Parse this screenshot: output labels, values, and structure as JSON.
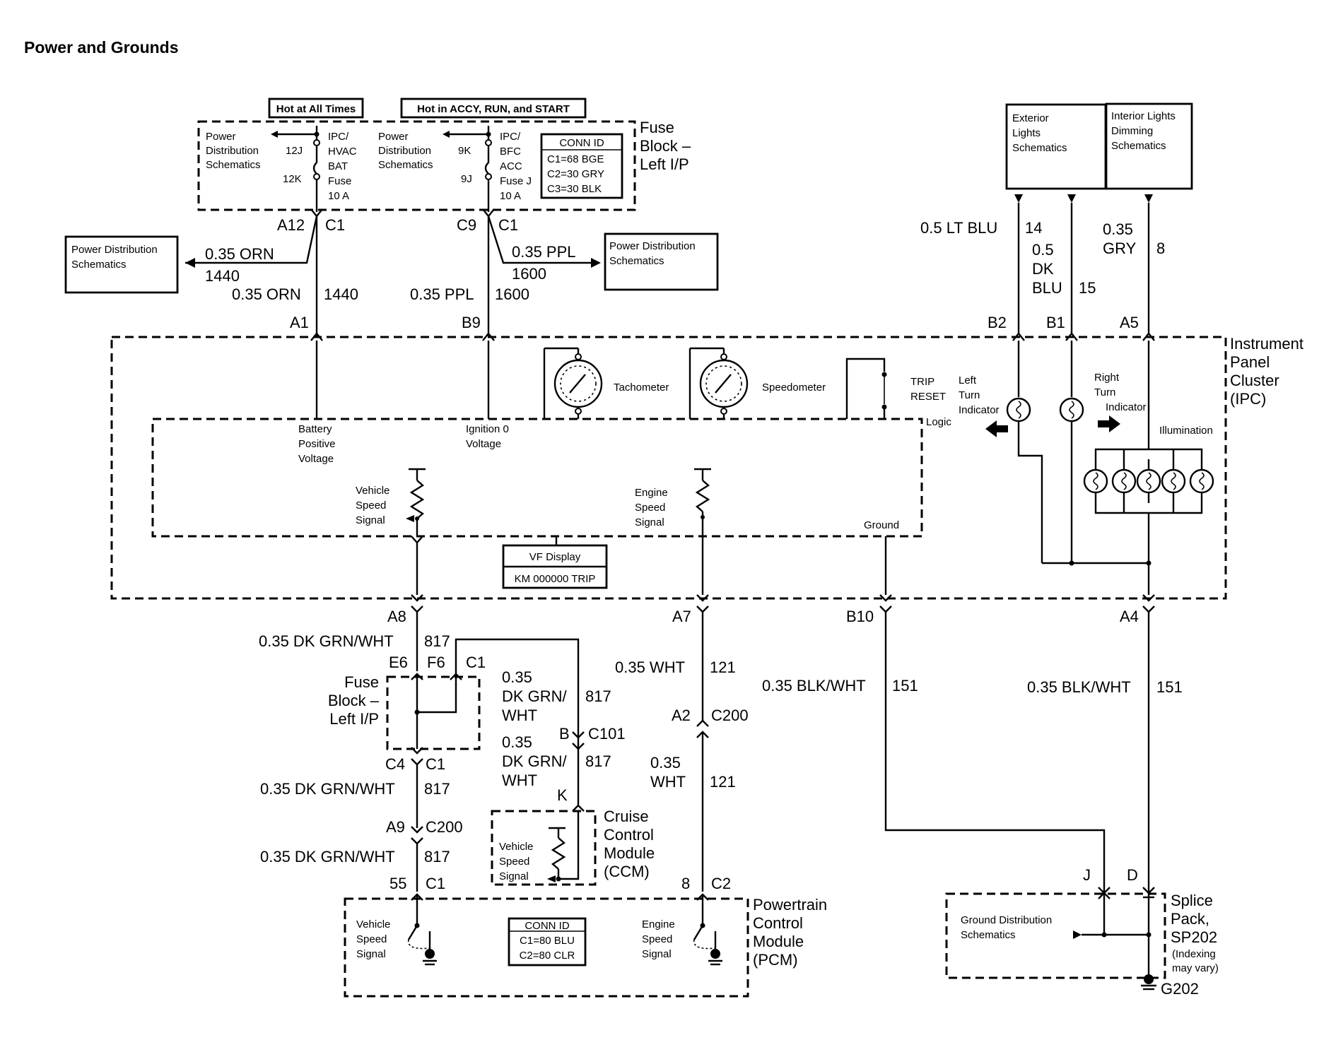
{
  "title": "Power and Grounds",
  "fuse_block_top": {
    "hot_at_all_times": "Hot at All Times",
    "hot_in_accy": "Hot in ACCY, RUN, and START",
    "name": [
      "Fuse",
      "Block –",
      "Left I/P"
    ],
    "pds_left": [
      "Power",
      "Distribution",
      "Schematics"
    ],
    "pds_right": [
      "Power",
      "Distribution",
      "Schematics"
    ],
    "fuse1": {
      "pin_a": "12J",
      "pin_b": "12K",
      "label": [
        "IPC/",
        "HVAC",
        "BAT",
        "Fuse",
        "10 A"
      ]
    },
    "fuse2": {
      "pin_a": "9K",
      "pin_b": "9J",
      "label": [
        "IPC/",
        "BFC",
        "ACC",
        "Fuse J",
        "10 A"
      ]
    },
    "conn_id": [
      "CONN ID",
      "C1=68 BGE",
      "C2=30 GRY",
      "C3=30 BLK"
    ]
  },
  "connectors": {
    "a12": "A12",
    "c1_a": "C1",
    "c9": "C9",
    "c1_b": "C1",
    "a1": "A1",
    "b9": "B9",
    "b2": "B2",
    "b1": "B1",
    "a5": "A5",
    "a8": "A8",
    "a7": "A7",
    "b10": "B10",
    "a4": "A4",
    "e6": "E6",
    "f6": "F6",
    "c1_c": "C1",
    "c4": "C4",
    "c1_d": "C1",
    "b": "B",
    "c101": "C101",
    "a2": "A2",
    "c200_a": "C200",
    "a9": "A9",
    "c200_b": "C200",
    "k": "K",
    "p55": "55",
    "c1_e": "C1",
    "p8": "8",
    "c2": "C2",
    "j": "J",
    "d": "D"
  },
  "side_boxes": {
    "pds_orn": [
      "Power Distribution",
      "Schematics"
    ],
    "pds_ppl": [
      "Power Distribution",
      "Schematics"
    ],
    "exterior": [
      "Exterior",
      "Lights",
      "Schematics"
    ],
    "interior": [
      "Interior Lights",
      "Dimming",
      "Schematics"
    ]
  },
  "wires": {
    "orn_a": {
      "size": "0.35 ORN",
      "circuit": "1440"
    },
    "orn_b": {
      "size": "0.35 ORN",
      "circuit": "1440"
    },
    "ppl_a": {
      "size": "0.35 PPL",
      "circuit": "1600"
    },
    "ppl_b": {
      "size": "0.35 PPL",
      "circuit": "1600"
    },
    "ltblu": {
      "size": "0.5 LT BLU",
      "circuit": "14"
    },
    "dkblu": {
      "size": [
        "0.5",
        "DK",
        "BLU"
      ],
      "circuit": "15"
    },
    "gry": {
      "size": [
        "0.35",
        "GRY"
      ],
      "circuit": "8"
    },
    "dkgrn1": {
      "size": "0.35 DK GRN/WHT",
      "circuit": "817"
    },
    "dkgrn2": {
      "size": [
        "0.35",
        "DK GRN/",
        "WHT"
      ],
      "circuit": "817"
    },
    "dkgrn3": {
      "size": [
        "0.35",
        "DK GRN/",
        "WHT"
      ],
      "circuit": "817"
    },
    "dkgrn4": {
      "size": "0.35 DK GRN/WHT",
      "circuit": "817"
    },
    "dkgrn5": {
      "size": "0.35 DK GRN/WHT",
      "circuit": "817"
    },
    "wht1": {
      "size": "0.35 WHT",
      "circuit": "121"
    },
    "wht2": {
      "size": [
        "0.35",
        "WHT"
      ],
      "circuit": "121"
    },
    "blkwht1": {
      "size": "0.35 BLK/WHT",
      "circuit": "151"
    },
    "blkwht2": {
      "size": "0.35 BLK/WHT",
      "circuit": "151"
    }
  },
  "ipc": {
    "name": [
      "Instrument",
      "Panel",
      "Cluster",
      "(IPC)"
    ],
    "tachometer": "Tachometer",
    "speedometer": "Speedometer",
    "trip_reset": [
      "TRIP",
      "RESET"
    ],
    "left_turn": [
      "Left",
      "Turn",
      "Indicator"
    ],
    "right_turn": [
      "Right",
      "Turn",
      "Indicator"
    ],
    "logic": "Logic",
    "illumination": "Illumination",
    "battery": [
      "Battery",
      "Positive",
      "Voltage"
    ],
    "ignition": [
      "Ignition 0",
      "Voltage"
    ],
    "vss": [
      "Vehicle",
      "Speed",
      "Signal"
    ],
    "ess": [
      "Engine",
      "Speed",
      "Signal"
    ],
    "ground": "Ground",
    "vf_display": "VF Display",
    "vf_value": "KM 000000 TRIP"
  },
  "fuse_block_bottom": {
    "name": [
      "Fuse",
      "Block –",
      "Left I/P"
    ]
  },
  "ccm": {
    "name": [
      "Cruise",
      "Control",
      "Module",
      "(CCM)"
    ],
    "vss": [
      "Vehicle",
      "Speed",
      "Signal"
    ]
  },
  "pcm": {
    "name": [
      "Powertrain",
      "Control",
      "Module",
      "(PCM)"
    ],
    "vss": [
      "Vehicle",
      "Speed",
      "Signal"
    ],
    "ess": [
      "Engine",
      "Speed",
      "Signal"
    ],
    "conn_id": [
      "CONN ID",
      "C1=80 BLU",
      "C2=80 CLR"
    ]
  },
  "splice": {
    "name": [
      "Splice",
      "Pack,",
      "SP202"
    ],
    "note": [
      "(Indexing",
      "may vary)"
    ],
    "gds": [
      "Ground Distribution",
      "Schematics"
    ],
    "ground": "G202"
  }
}
